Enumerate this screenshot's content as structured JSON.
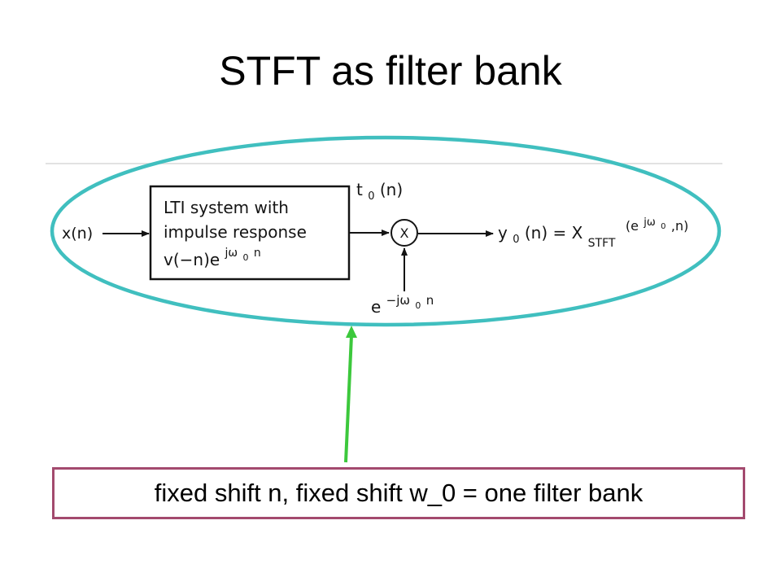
{
  "title": "STFT as filter bank",
  "diagram": {
    "input_label": "x(n)",
    "lti_block": {
      "line1": "LTI system with",
      "line2": "impulse response",
      "line3_base": "v(−n)e",
      "line3_exp": "jω",
      "line3_exp_sub": "0",
      "line3_exp_tail": "n"
    },
    "intermediate_label": {
      "base": "t",
      "sub": "0",
      "tail": "(n)"
    },
    "multiplier_symbol": "X",
    "modulator_label": {
      "base": "e",
      "exp": "−jω",
      "exp_sub": "0",
      "exp_tail": "n"
    },
    "output_label": {
      "y": "y",
      "y_sub": "0",
      "y_tail": "(n) = X",
      "x_sub": "STFT",
      "paren_open": "(e",
      "exp": "jω",
      "exp_sub": "0",
      "tail": ",n)"
    }
  },
  "colors": {
    "ellipse": "#40bfbf",
    "arrow": "#3cc83c",
    "caption_border": "#a34a6e"
  },
  "caption": "fixed shift n, fixed shift w_0 = one filter bank"
}
